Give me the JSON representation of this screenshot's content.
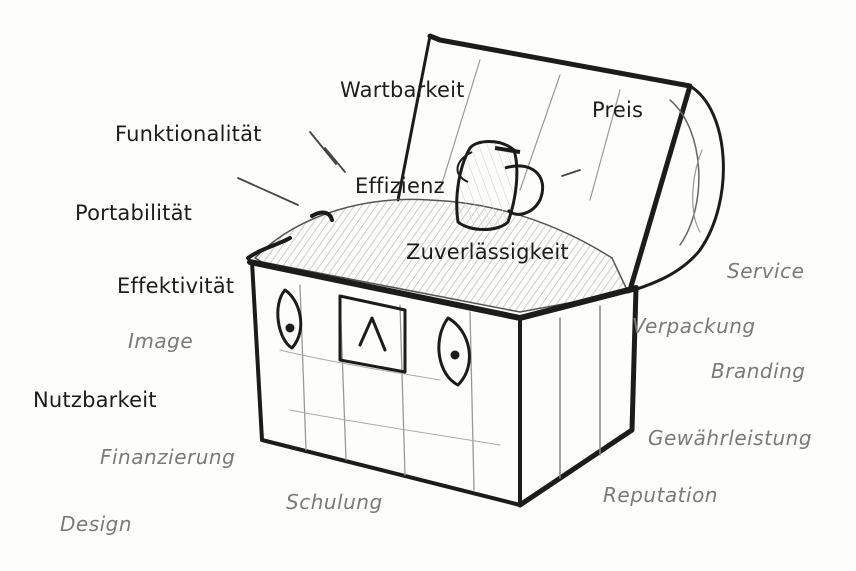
{
  "quality_attributes": {
    "wartbarkeit": "Wartbarkeit",
    "preis": "Preis",
    "funktionalitaet": "Funktionalität",
    "effizienz": "Effizienz",
    "portabilitaet": "Portabilität",
    "zuverlaessigkeit": "Zuverlässigkeit",
    "effektivitaet": "Effektivität",
    "nutzbarkeit": "Nutzbarkeit"
  },
  "additional_aspects": {
    "service": "Service",
    "image": "Image",
    "verpackung": "Verpackung",
    "branding": "Branding",
    "gewaehrleistung": "Gewährleistung",
    "finanzierung": "Finanzierung",
    "reputation": "Reputation",
    "schulung": "Schulung",
    "design": "Design"
  },
  "illustration": {
    "subject": "treasure-chest",
    "style": "pencil sketch",
    "colors": {
      "ink": "#1c1c1c",
      "muted_text": "#7a7a7a",
      "paper": "#fdfdfb",
      "shading": "#b8b8b8"
    }
  }
}
